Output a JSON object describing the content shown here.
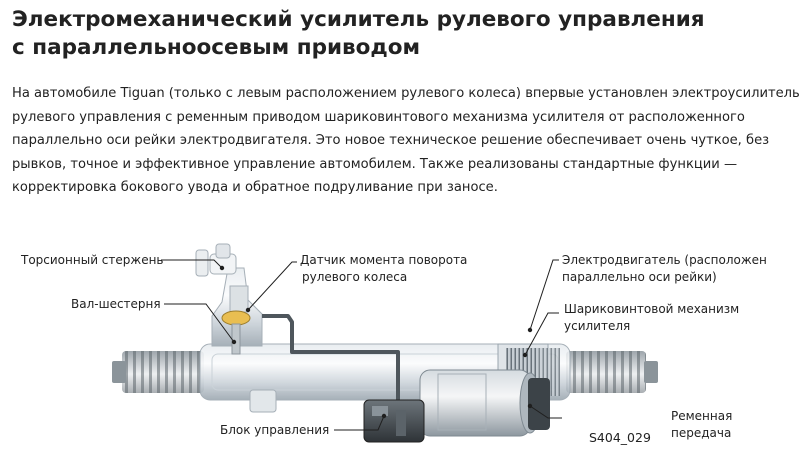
{
  "title": {
    "line1": "Электромеханический усилитель рулевого управления",
    "line2": "с параллельноосевым приводом"
  },
  "intro": {
    "lines": [
      "На автомобиле Tiguan (только с левым расположением рулевого колеса) впервые установлен электроусилитель",
      "рулевого управления с ременным приводом шариковинтового механизма усилителя от расположенного",
      "параллельно оси рейки электродвигателя. Это новое техническое решение обеспечивает очень чуткое, без",
      "рывков, точное и эффективное управление автомобилем. Также реализованы стандартные функции —",
      "корректировка бокового увода и обратное подруливание при заносе."
    ]
  },
  "figure": {
    "labels": {
      "torsion_bar": "Торсионный стержень",
      "pinion_shaft": "Вал-шестерня",
      "control_unit": "Блок управления",
      "torque_sensor_line1": "Датчик момента поворота",
      "torque_sensor_line2": "рулевого колеса",
      "motor_line1": "Электродвигатель (расположен",
      "motor_line2": "параллельно оси рейки)",
      "ball_screw_line1": "Шариковинтовой механизм",
      "ball_screw_line2": "усилителя",
      "belt_line1": "Ременная",
      "belt_line2": "передача"
    },
    "code": "S404_029"
  }
}
